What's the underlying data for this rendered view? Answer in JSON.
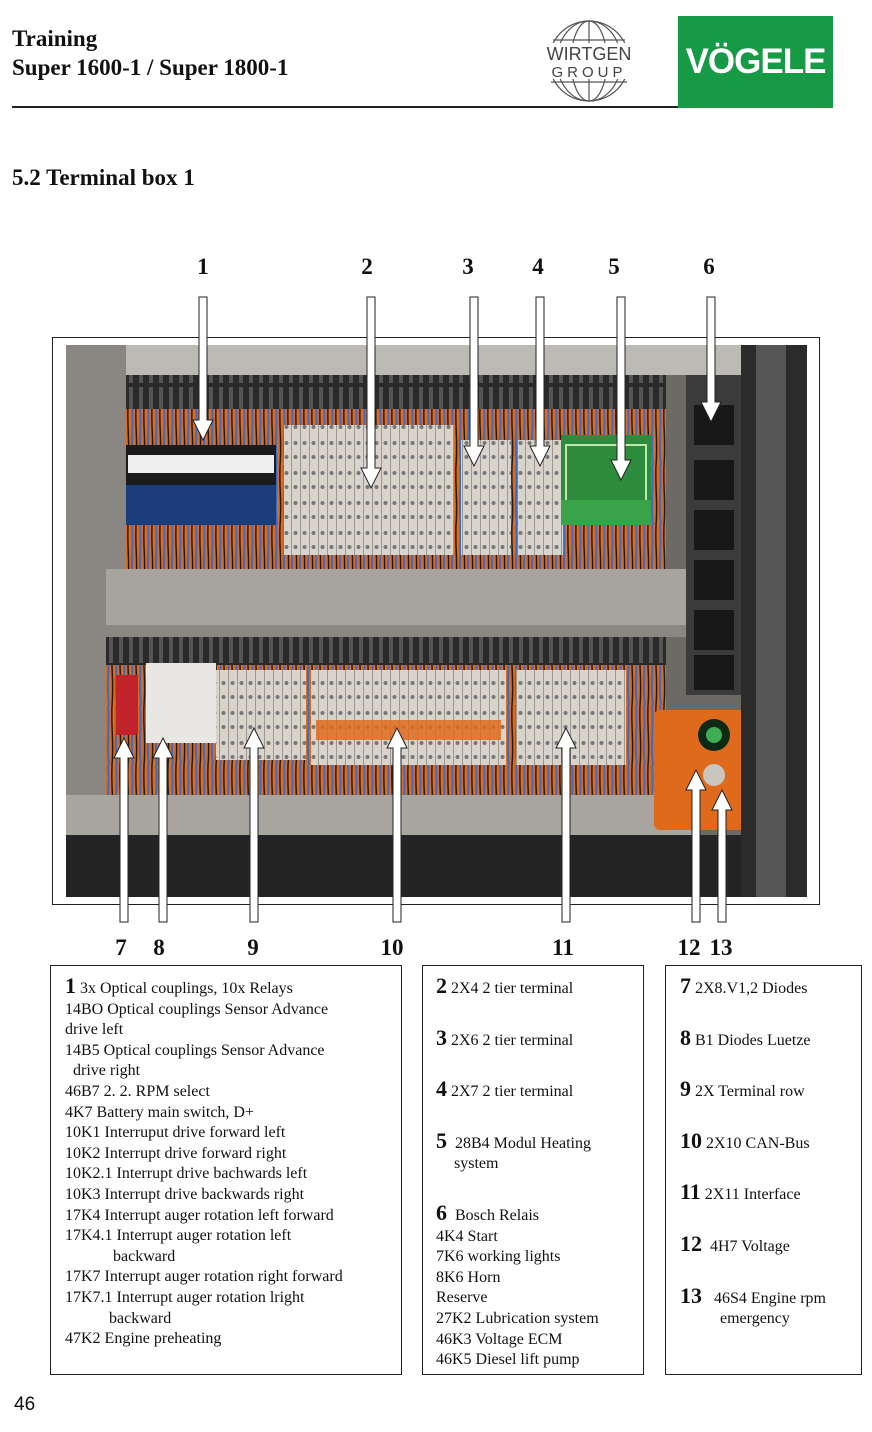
{
  "header": {
    "title_line1": "Training",
    "title_line2": "Super 1600-1 / Super 1800-1",
    "logo_wirtgen_top": "WIRTGEN",
    "logo_wirtgen_bottom": "GROUP",
    "logo_voegele": "VÖGELE"
  },
  "section_title": "5.2  Terminal box 1",
  "callout_numbers_top": [
    "1",
    "2",
    "3",
    "4",
    "5",
    "6"
  ],
  "callout_numbers_bottom": [
    "7",
    "8",
    "9",
    "10",
    "11",
    "12",
    "13"
  ],
  "legend_left": {
    "first_num": "1",
    "first_text": "3x Optical  couplings, 10x Relays",
    "lines": [
      "14BO Optical couplings  Sensor Advance",
      "drive left",
      "14B5 Optical couplings  Sensor Advance",
      "drive right",
      "46B7 2. 2. RPM select",
      "4K7 Battery main switch,  D+",
      "10K1 Interruput drive forward left",
      "10K2 Interrupt drive forward right",
      "10K2.1 Interrupt drive bachwards left",
      "10K3 Interrupt drive backwards right",
      "17K4 Interrupt auger rotation left forward",
      "17K4.1 Interrupt auger rotation left",
      "backward",
      "17K7 Interrupt auger rotation right forward",
      "17K7.1 Interrupt auger rotation lright",
      "backward",
      "47K2 Engine preheating"
    ]
  },
  "legend_middle": {
    "items": [
      {
        "num": "2",
        "text": "2X4 2 tier terminal"
      },
      {
        "num": "3",
        "text": "2X6 2 tier terminal"
      },
      {
        "num": "4",
        "text": "2X7 2 tier terminal"
      },
      {
        "num": "5",
        "text": "28B4 Modul Heating",
        "text2": "system"
      },
      {
        "num": "6",
        "text": "Bosch Relais"
      }
    ],
    "relais": [
      "4K4  Start",
      "7K6 working lights",
      "8K6 Horn",
      "Reserve",
      "27K2 Lubrication system",
      "46K3 Voltage ECM",
      "46K5 Diesel lift pump"
    ]
  },
  "legend_right": {
    "items": [
      {
        "num": "7",
        "text": "2X8.V1,2 Diodes"
      },
      {
        "num": "8",
        "text": "B1 Diodes Luetze"
      },
      {
        "num": "9",
        "text": "2X Terminal row"
      },
      {
        "num": "10",
        "text": "2X10 CAN-Bus"
      },
      {
        "num": "11",
        "text": "2X11 Interface"
      },
      {
        "num": "12",
        "text": "4H7 Voltage"
      },
      {
        "num": "13",
        "text": "46S4 Engine rpm",
        "text2": "emergency"
      }
    ]
  },
  "page_number": "46",
  "colors": {
    "brand_green": "#169a45",
    "panel_orange": "#e06a1c",
    "wire_blue": "#2f6fd0"
  }
}
